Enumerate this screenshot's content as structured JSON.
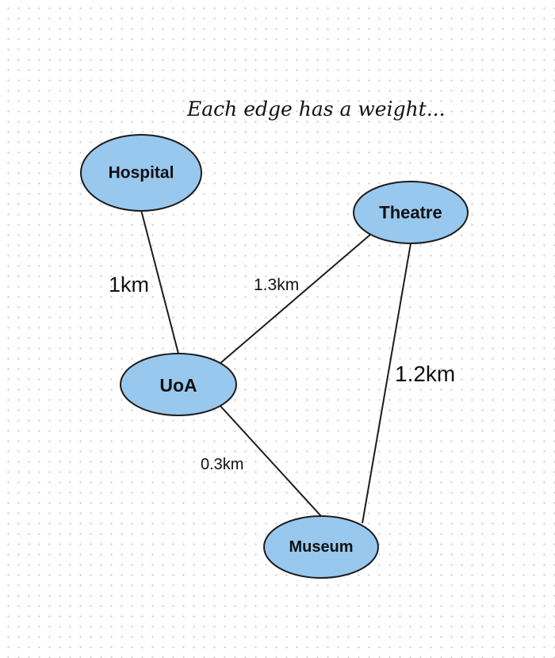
{
  "caption": "Each edge has a weight...",
  "colors": {
    "node_fill": "#99c8ee",
    "node_stroke": "#1c1c1c",
    "edge": "#1c1c1c",
    "text": "#111111"
  },
  "nodes": [
    {
      "id": "hospital",
      "label": "Hospital"
    },
    {
      "id": "theatre",
      "label": "Theatre"
    },
    {
      "id": "uoa",
      "label": "UoA"
    },
    {
      "id": "museum",
      "label": "Museum"
    }
  ],
  "edges": [
    {
      "from": "hospital",
      "to": "uoa",
      "weight": "1km"
    },
    {
      "from": "theatre",
      "to": "uoa",
      "weight": "1.3km"
    },
    {
      "from": "theatre",
      "to": "museum",
      "weight": "1.2km"
    },
    {
      "from": "uoa",
      "to": "museum",
      "weight": "0.3km"
    }
  ]
}
